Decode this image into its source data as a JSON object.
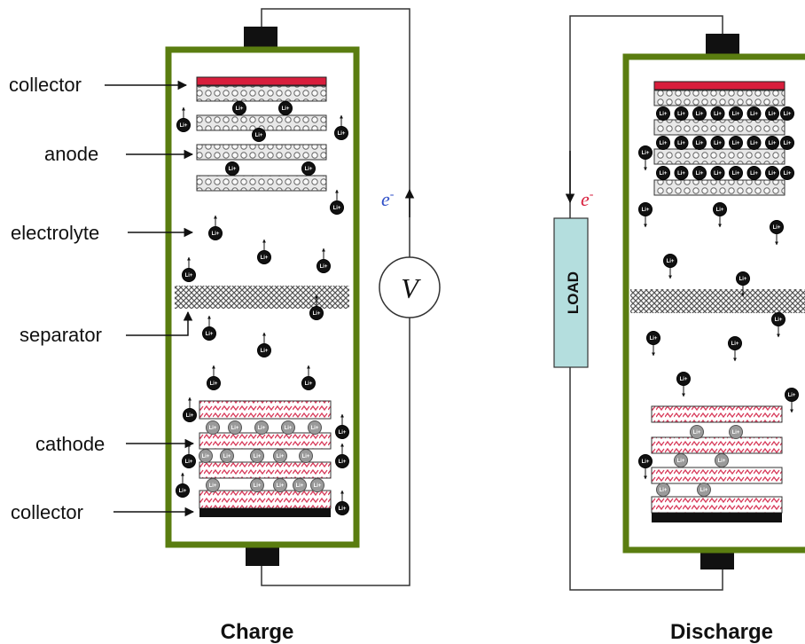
{
  "labels": {
    "collector_top": "collector",
    "anode": "anode",
    "electrolyte": "electrolyte",
    "separator": "separator",
    "cathode": "cathode",
    "collector_bottom": "collector"
  },
  "charge": {
    "caption": "Charge",
    "electron": "e",
    "electron_sup": "-",
    "meter": "V"
  },
  "discharge": {
    "caption": "Discharge",
    "electron": "e",
    "electron_sup": "-",
    "load": "LOAD"
  },
  "ion_label": "Li+",
  "colors": {
    "cell_border": "#5a7d10",
    "collector_anode": "#d81e3c",
    "collector_cathode": "#111111",
    "cathode_pattern": "#d83a5a",
    "load_fill": "#b4dede",
    "electron_charge": "#3050c8",
    "electron_discharge": "#d81e3c"
  }
}
